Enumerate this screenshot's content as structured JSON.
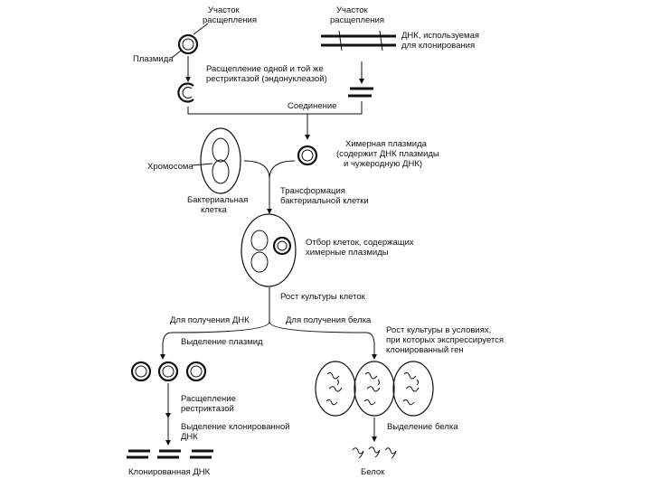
{
  "labels": {
    "cleavage_site_left": [
      "Участок",
      "расщепления"
    ],
    "cleavage_site_right": [
      "Участок",
      "расщепления"
    ],
    "plasmid": "Плазмида",
    "cloning_dna": [
      "ДНК, используемая",
      "для клонирования"
    ],
    "cleavage_same_restrictase": [
      "Расщепление одной и той же",
      "рестриктазой (эндонуклеазой)"
    ],
    "joining": "Соединение",
    "chromosome": "Хромосома",
    "chimeric_plasmid": [
      "Химерная плазмида",
      "(содержит ДНК плазмиды",
      "и чужеродную ДНК)"
    ],
    "bacterial_cell": [
      "Бактериальная",
      "клетка"
    ],
    "transformation": [
      "Трансформация",
      "бактериальной клетки"
    ],
    "selection": [
      "Отбор клеток, содержащих",
      "химерные плазмиды"
    ],
    "culture_growth": "Рост культуры клеток",
    "for_dna": "Для получения ДНК",
    "for_protein": "Для получения белка",
    "growth_conditions": [
      "Рост культуры в условиях,",
      "при которых экспрессируется",
      "клонированный ген"
    ],
    "plasmid_isolation": "Выделение плазмид",
    "restrictase_cleavage": [
      "Расщепление",
      "рестриктазой"
    ],
    "cloned_dna_isolation": [
      "Выделение клонированной",
      "ДНК"
    ],
    "protein_isolation": "Выделение белка",
    "cloned_dna": "Клонированная ДНК",
    "protein": "Белок"
  }
}
